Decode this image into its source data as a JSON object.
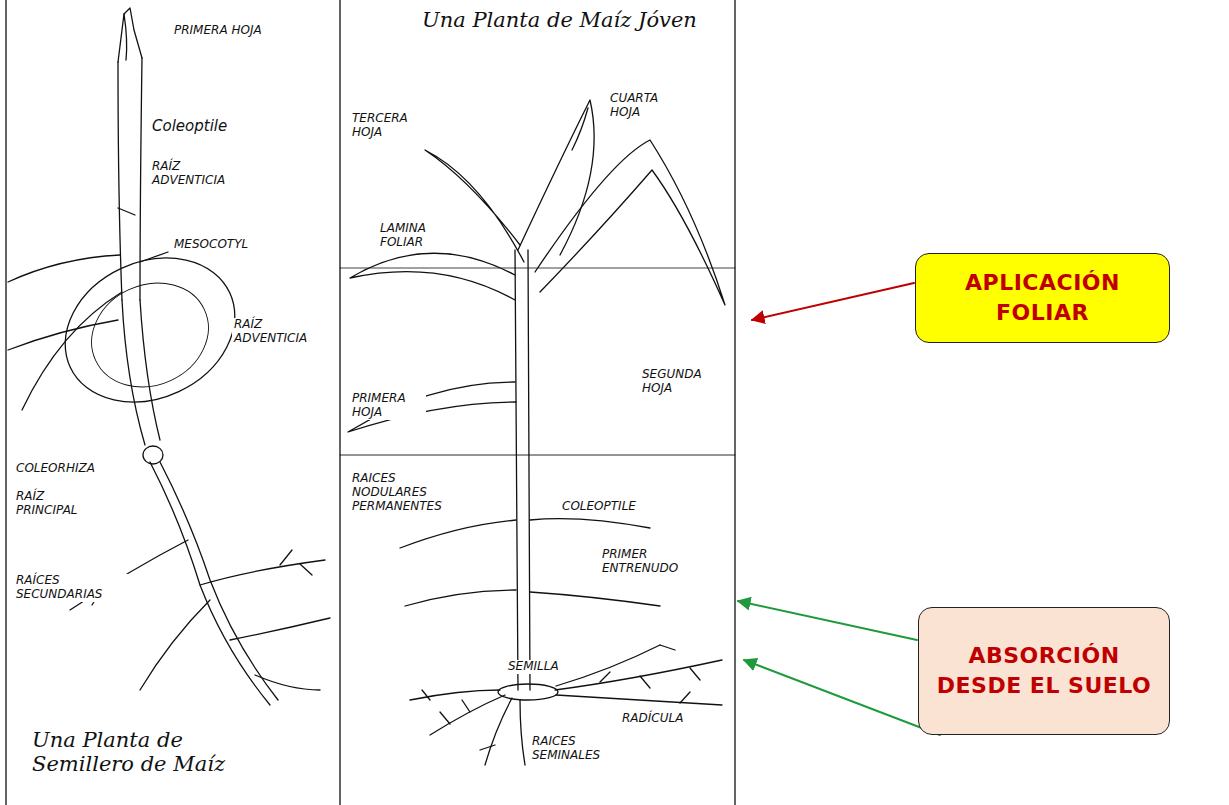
{
  "diagram": {
    "nodes": [
      {
        "text": [
          "APLICACIÓN FOLIAR"
        ]
      },
      {
        "text": [
          "ABSORCIÓN DESDE EL SUELO"
        ]
      }
    ],
    "labels": [
      "PRIMERA HOJA",
      "Coleoptile",
      "RAÍZ ADVENTICIA",
      "MESOCOTYL",
      "RAÍZ ADVENTICIA",
      "COLEORHIZA",
      "RAÍZ PRINCIPAL",
      "RAÍCES SECUNDARIAS",
      "Una Planta de Semillero de Maíz",
      "Una Planta de Maíz Jóven",
      "TERCERA HOJA",
      "CUARTA HOJA",
      "LAMINA FOLIAR",
      "SEGUNDA HOJA",
      "PRIMERA HOJA",
      "RAICES NODULARES PERMANENTES",
      "COLEOPTILE",
      "PRIMER ENTRENUDO",
      "SEMILLA",
      "RADÍCULA",
      "RAICES SEMINALES"
    ]
  }
}
